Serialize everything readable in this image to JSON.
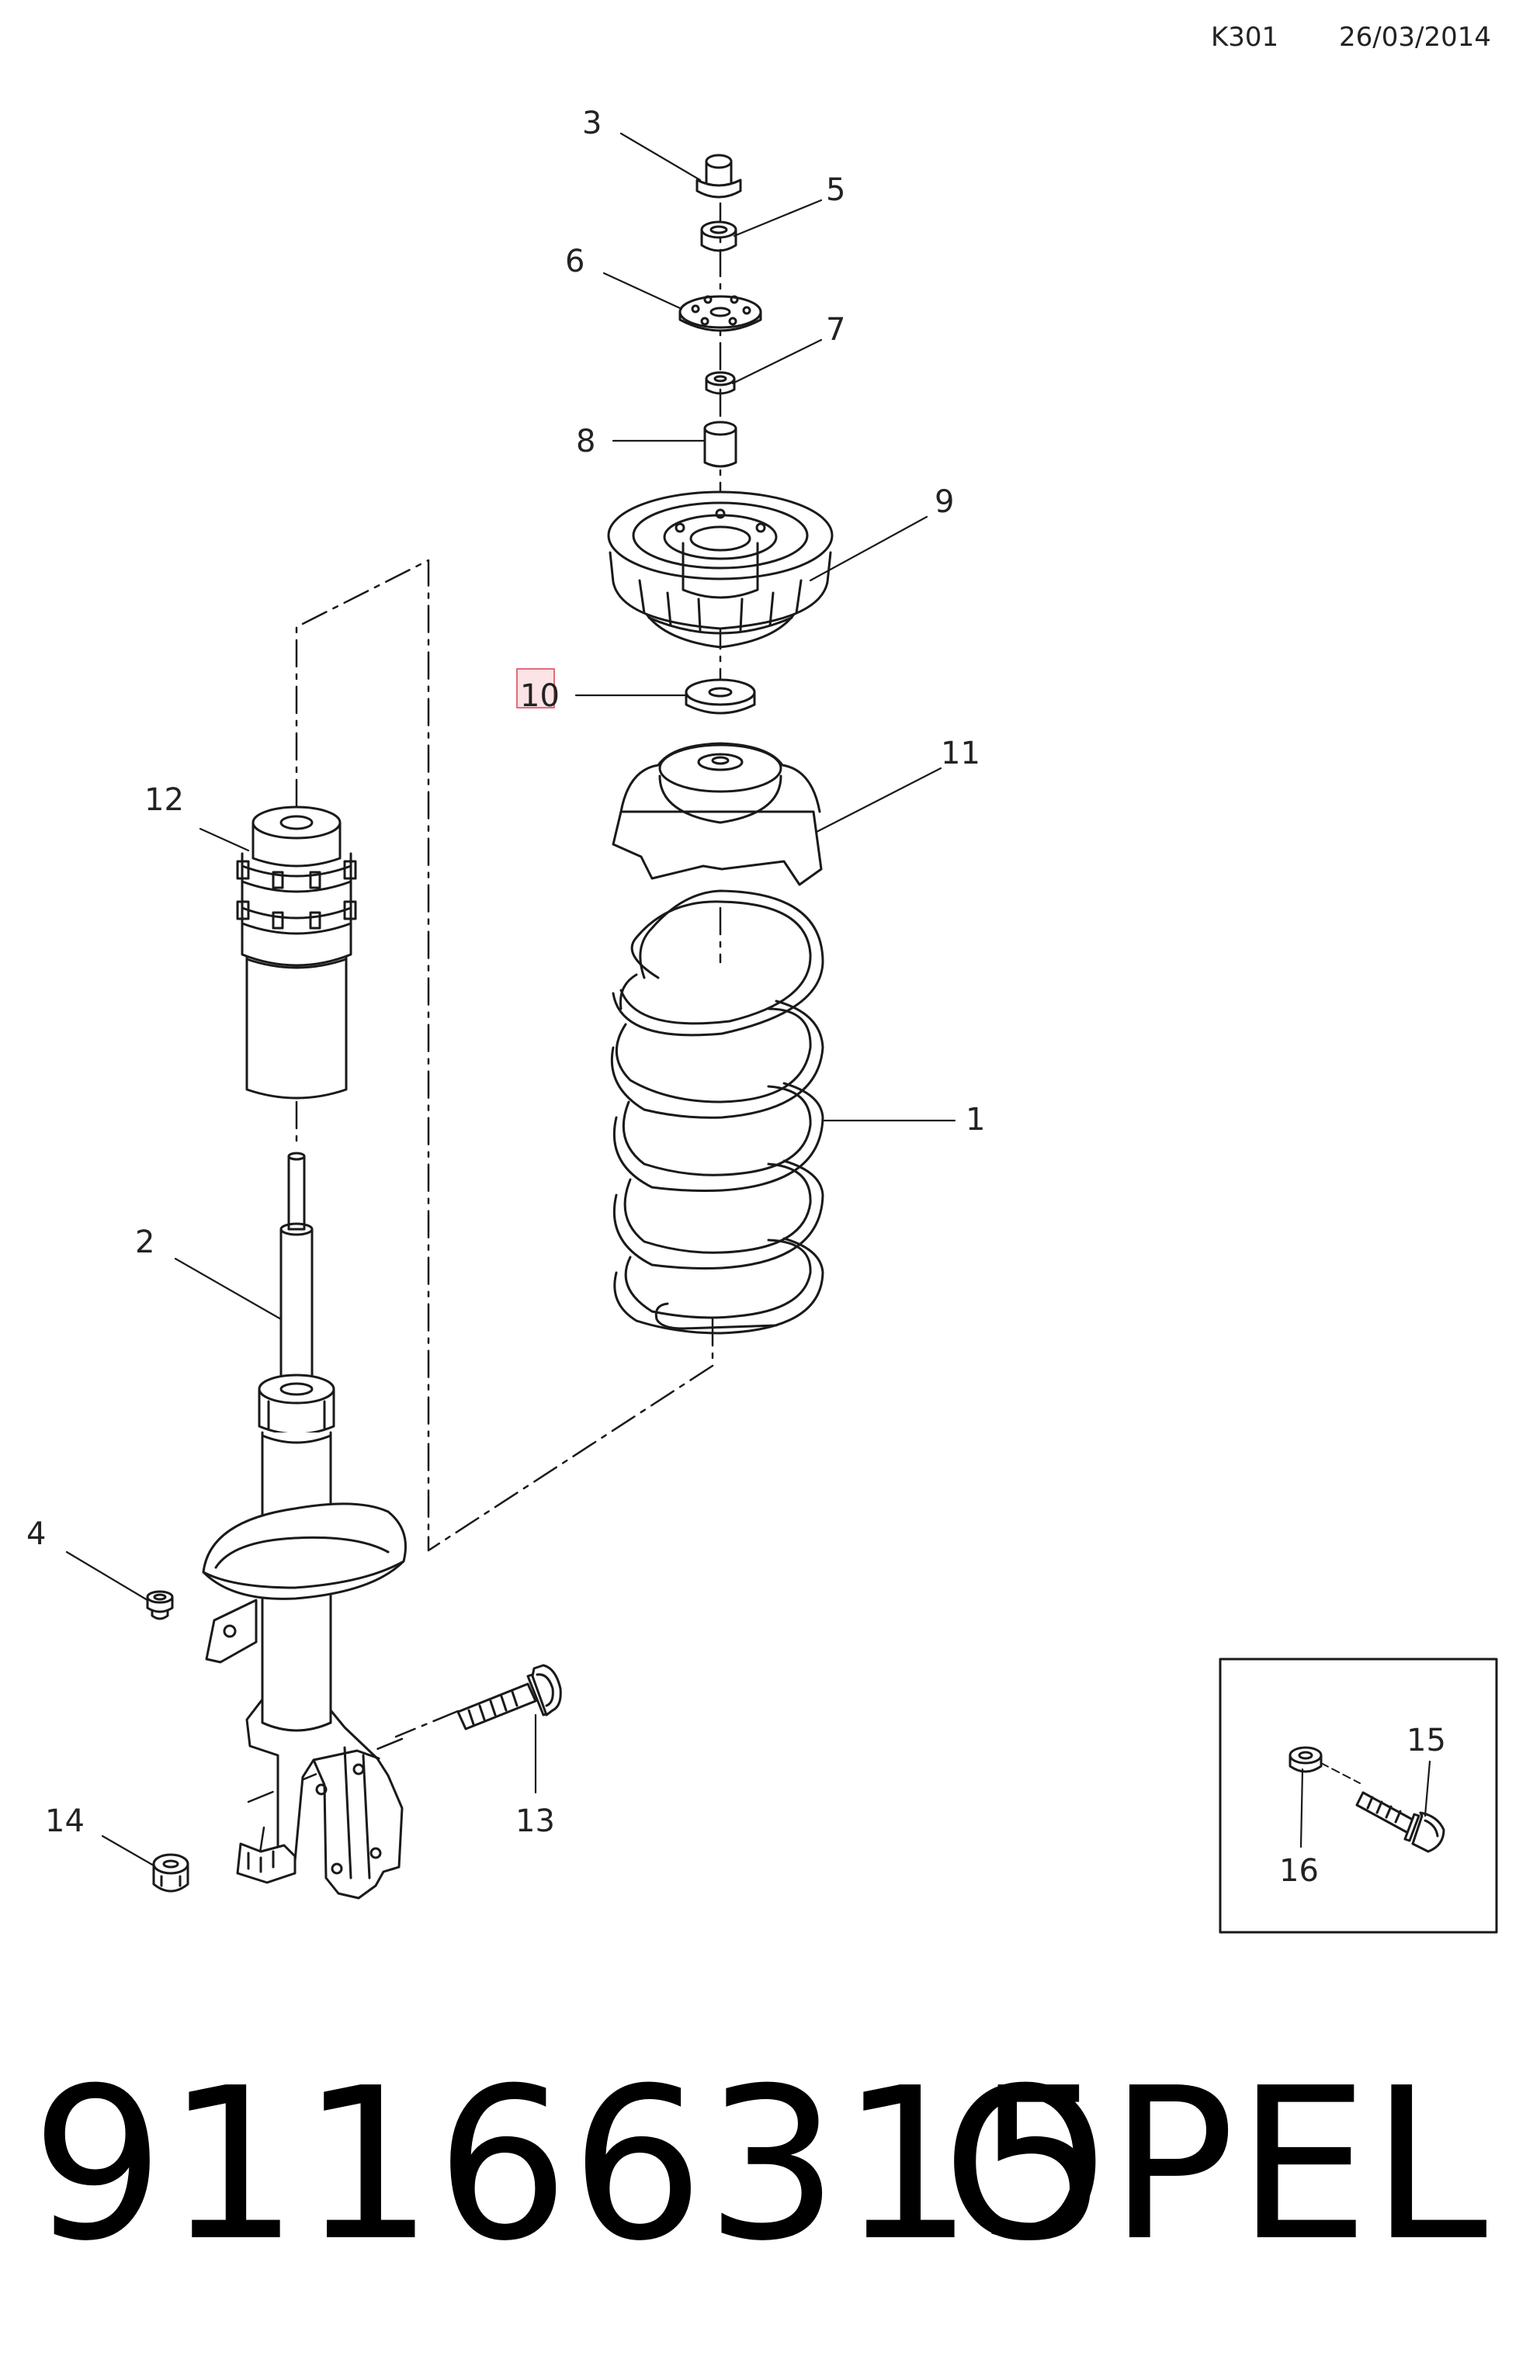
{
  "header": {
    "code": "K301",
    "date": "26/03/2014"
  },
  "footer": {
    "part_number": "91166315",
    "brand": "OPEL"
  },
  "callouts": {
    "c1": "1",
    "c2": "2",
    "c3": "3",
    "c4": "4",
    "c5": "5",
    "c6": "6",
    "c7": "7",
    "c8": "8",
    "c9": "9",
    "c10": "10",
    "c11": "11",
    "c12": "12",
    "c13": "13",
    "c14": "14",
    "c15": "15",
    "c16": "16"
  },
  "colors": {
    "line": "#1a1a1a",
    "highlight": "#e56a7a",
    "highlight_fill": "#fbe3e6"
  }
}
